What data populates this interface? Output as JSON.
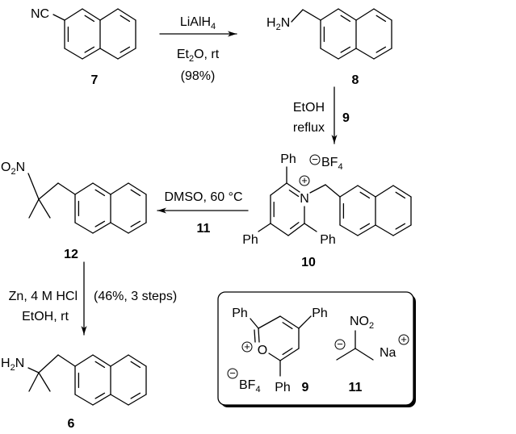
{
  "compounds": {
    "c7": {
      "label": "7",
      "group": "NC"
    },
    "c8": {
      "label": "8",
      "amine": "H",
      "amine_sub": "2",
      "amine_n": "N"
    },
    "c10": {
      "label": "10",
      "ph_top": "Ph",
      "ph_left": "Ph",
      "ph_right": "Ph",
      "n": "N",
      "plus": "+",
      "minus": "−",
      "anion": "BF",
      "anion_sub": "4"
    },
    "c12": {
      "label": "12",
      "nitro_o": "O",
      "nitro_sub": "2",
      "nitro_n": "N"
    },
    "c6": {
      "label": "6",
      "amine": "H",
      "amine_sub": "2",
      "amine_n": "N"
    },
    "c9": {
      "label": "9",
      "ph_left": "Ph",
      "ph_right": "Ph",
      "ph_bottom": "Ph",
      "o": "O",
      "plus": "+",
      "minus": "−",
      "anion": "BF",
      "anion_sub": "4"
    },
    "c11": {
      "label": "11",
      "nitro": "NO",
      "nitro_sub": "2",
      "minus": "−",
      "cation": "Na",
      "plus": "+"
    }
  },
  "steps": {
    "s1": {
      "reagent": "LiAlH",
      "reagent_sub": "4",
      "solvent": "Et",
      "solvent_sub": "2",
      "solvent_rest": "O, rt",
      "yield": "(98%)"
    },
    "s2": {
      "solvent": "EtOH",
      "condition": "reflux",
      "reagent": "9"
    },
    "s3": {
      "condition": "DMSO, 60 °C",
      "reagent": "11"
    },
    "s4": {
      "reagent": "Zn, 4 M HCl",
      "condition": "EtOH, rt",
      "yield": "(46%, 3 steps)"
    }
  }
}
